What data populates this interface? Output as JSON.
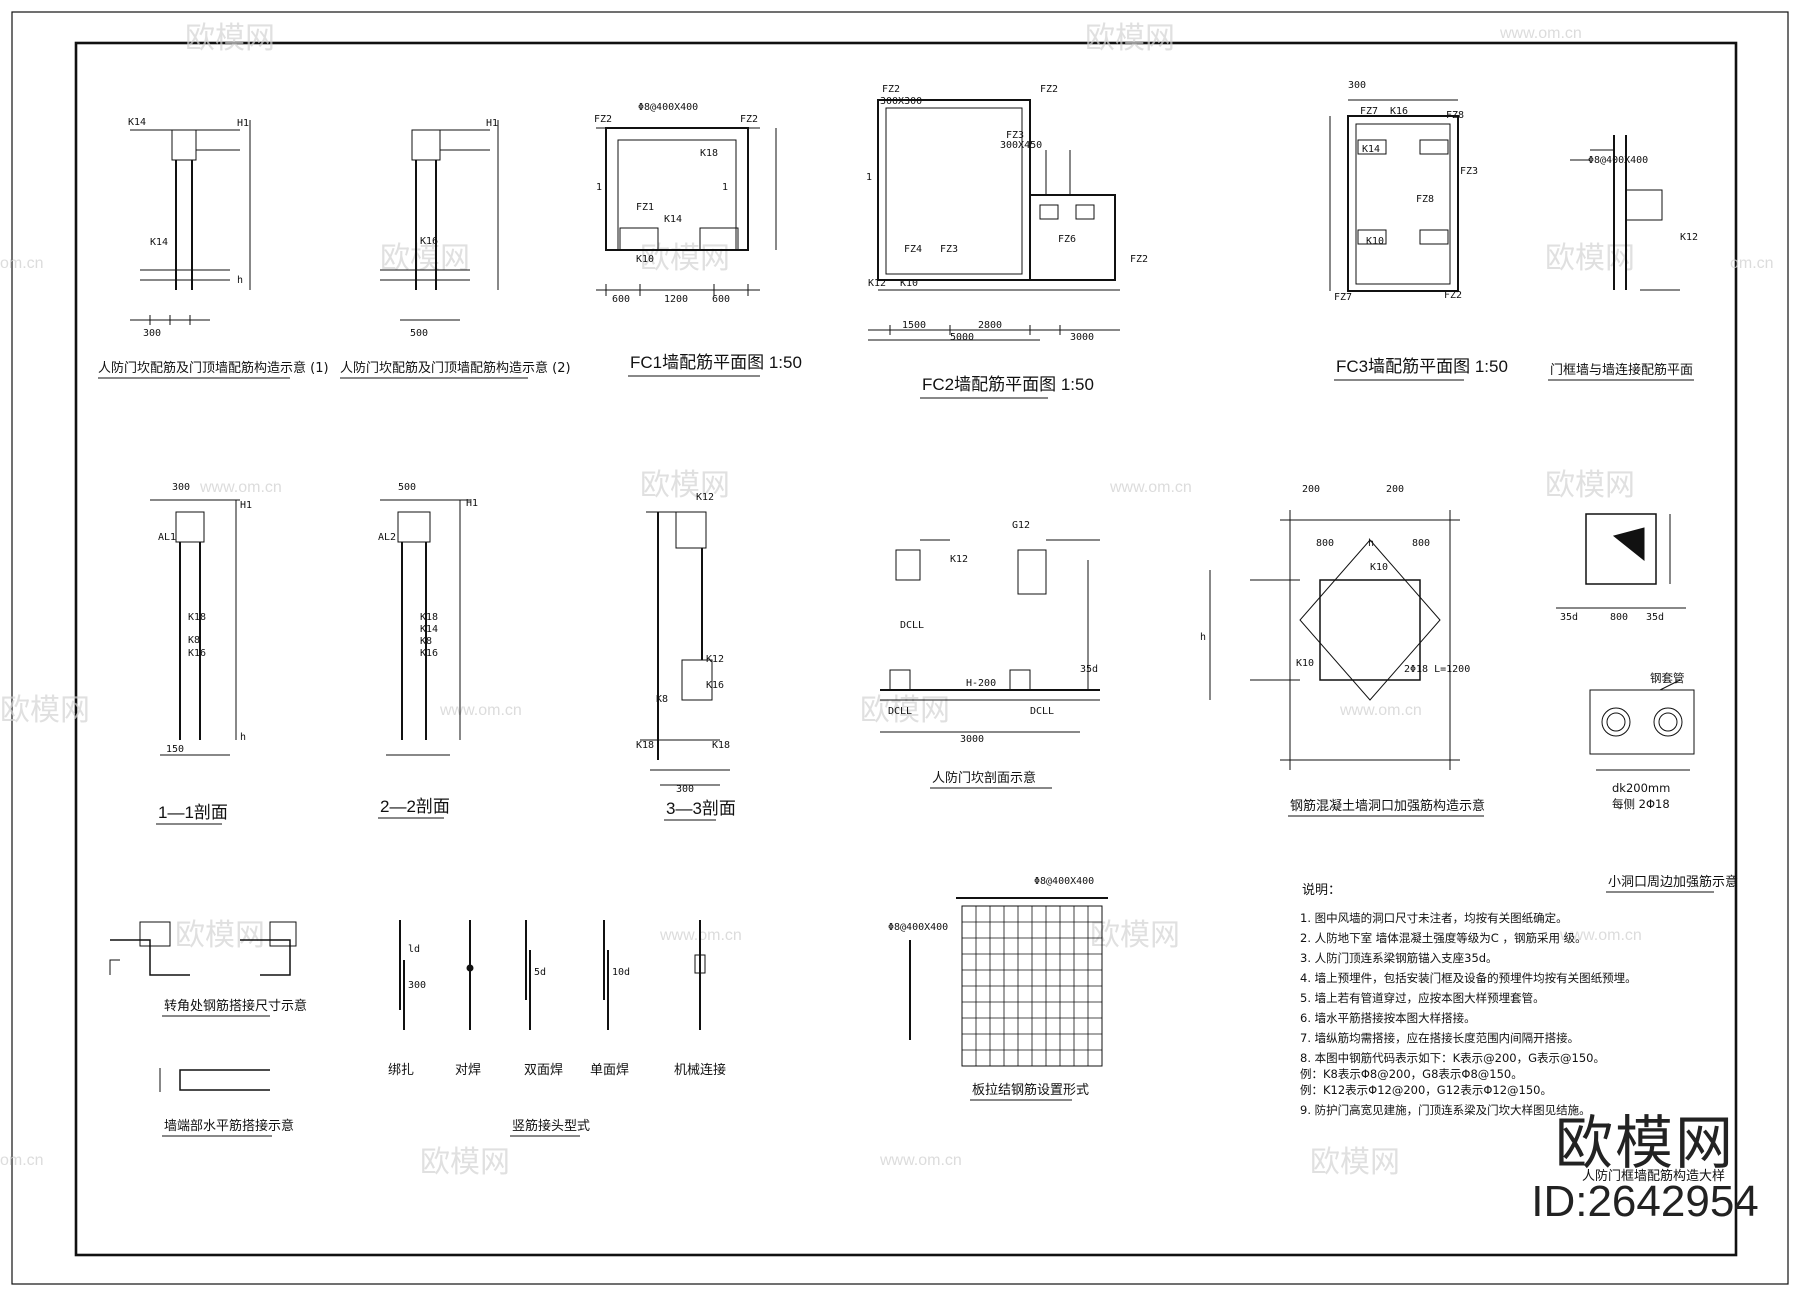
{
  "watermark": {
    "text": "欧模网",
    "url": "www.om.cn",
    "url_short": "om.cn",
    "url_mid": "www.om.cn"
  },
  "brand": {
    "name": "欧模网",
    "id": "ID:2642954"
  },
  "sheet": {
    "partial_title": "人防门框墙配筋构造大样"
  },
  "captions": {
    "c1": "人防门坎配筋及门顶墙配筋构造示意 (1)",
    "c2": "人防门坎配筋及门顶墙配筋构造示意 (2)",
    "c3": "FC1墙配筋平面图 1:50",
    "c4": "FC2墙配筋平面图 1:50",
    "c5": "FC3墙配筋平面图 1:50",
    "c6": "门框墙与墙连接配筋平面",
    "c7": "1—1剖面",
    "c8": "2—2剖面",
    "c9": "3—3剖面",
    "c10": "人防门坎剖面示意",
    "c11": "钢筋混凝土墙洞口加强筋构造示意",
    "c12": "小洞口周边加强筋示意",
    "c13": "转角处钢筋搭接尺寸示意",
    "c14": "墙端部水平筋搭接示意",
    "c15": "竖筋接头型式",
    "c16": "板拉结钢筋设置形式"
  },
  "joints": {
    "j1": "绑扎",
    "j2": "对焊",
    "j3": "双面焊",
    "j4": "单面焊",
    "j5": "机械连接"
  },
  "labels": {
    "k14": "K14",
    "k16": "K16",
    "k18": "K18",
    "k10": "K10",
    "k12": "K12",
    "k8": "K8",
    "fz1": "FZ1",
    "fz2": "FZ2",
    "fz3": "FZ3",
    "fz4": "FZ4",
    "fz6": "FZ6",
    "fz7": "FZ7",
    "fz8": "FZ8",
    "h": "h",
    "h1": "H1",
    "al1": "AL1",
    "al2": "AL2",
    "dcll": "DCLL",
    "one": "1",
    "g12": "G12",
    "d1_300": "300",
    "d1_1200": "1200",
    "d1_600": "600",
    "d2_1500": "1500",
    "d2_2800": "2800",
    "d2_5000": "5000",
    "d2_3000": "3000",
    "d3_300": "300",
    "d3_200": "200",
    "fc1_top": "Φ8@400X400",
    "fc2_box": "300X300",
    "fc2_box2": "300X450",
    "steps_200": "H-200",
    "n800": "800",
    "n35d": "35d",
    "sleeve": "钢套管",
    "dk": "dk200mm",
    "each_side": "每侧 2Φ18",
    "s150": "150",
    "s500": "500",
    "l1200": "2Φ18 L=1200",
    "vert300": "300",
    "ld": "ld",
    "l5d": "5d",
    "l10d": "10d",
    "grid_top": "Φ8@400X400",
    "grid_side": "Φ8@400X400"
  },
  "notes": {
    "title": "说明：",
    "n1": "1. 图中风墙的洞口尺寸未注者，均按有关图纸确定。",
    "n2": "2. 人防地下室 墙体混凝土强度等级为C  ，钢筋采用    级。",
    "n3": "3. 人防门顶连系梁钢筋锚入支座35d。",
    "n4": "4. 墙上预埋件，包括安装门框及设备的预埋件均按有关图纸预埋。",
    "n5": "5. 墙上若有管道穿过，应按本图大样预埋套管。",
    "n6": "6. 墙水平筋搭接按本图大样搭接。",
    "n7": "7. 墙纵筋均需搭接，应在搭接长度范围内间隔开搭接。",
    "n8": "8. 本图中钢筋代码表示如下：K表示@200，G表示@150。",
    "n8a": "   例：K8表示Φ8@200，G8表示Φ8@150。",
    "n8b": "   例：K12表示Φ12@200，G12表示Φ12@150。",
    "n9": "9. 防护门高宽见建施，门顶连系梁及门坎大样图见结施。"
  }
}
